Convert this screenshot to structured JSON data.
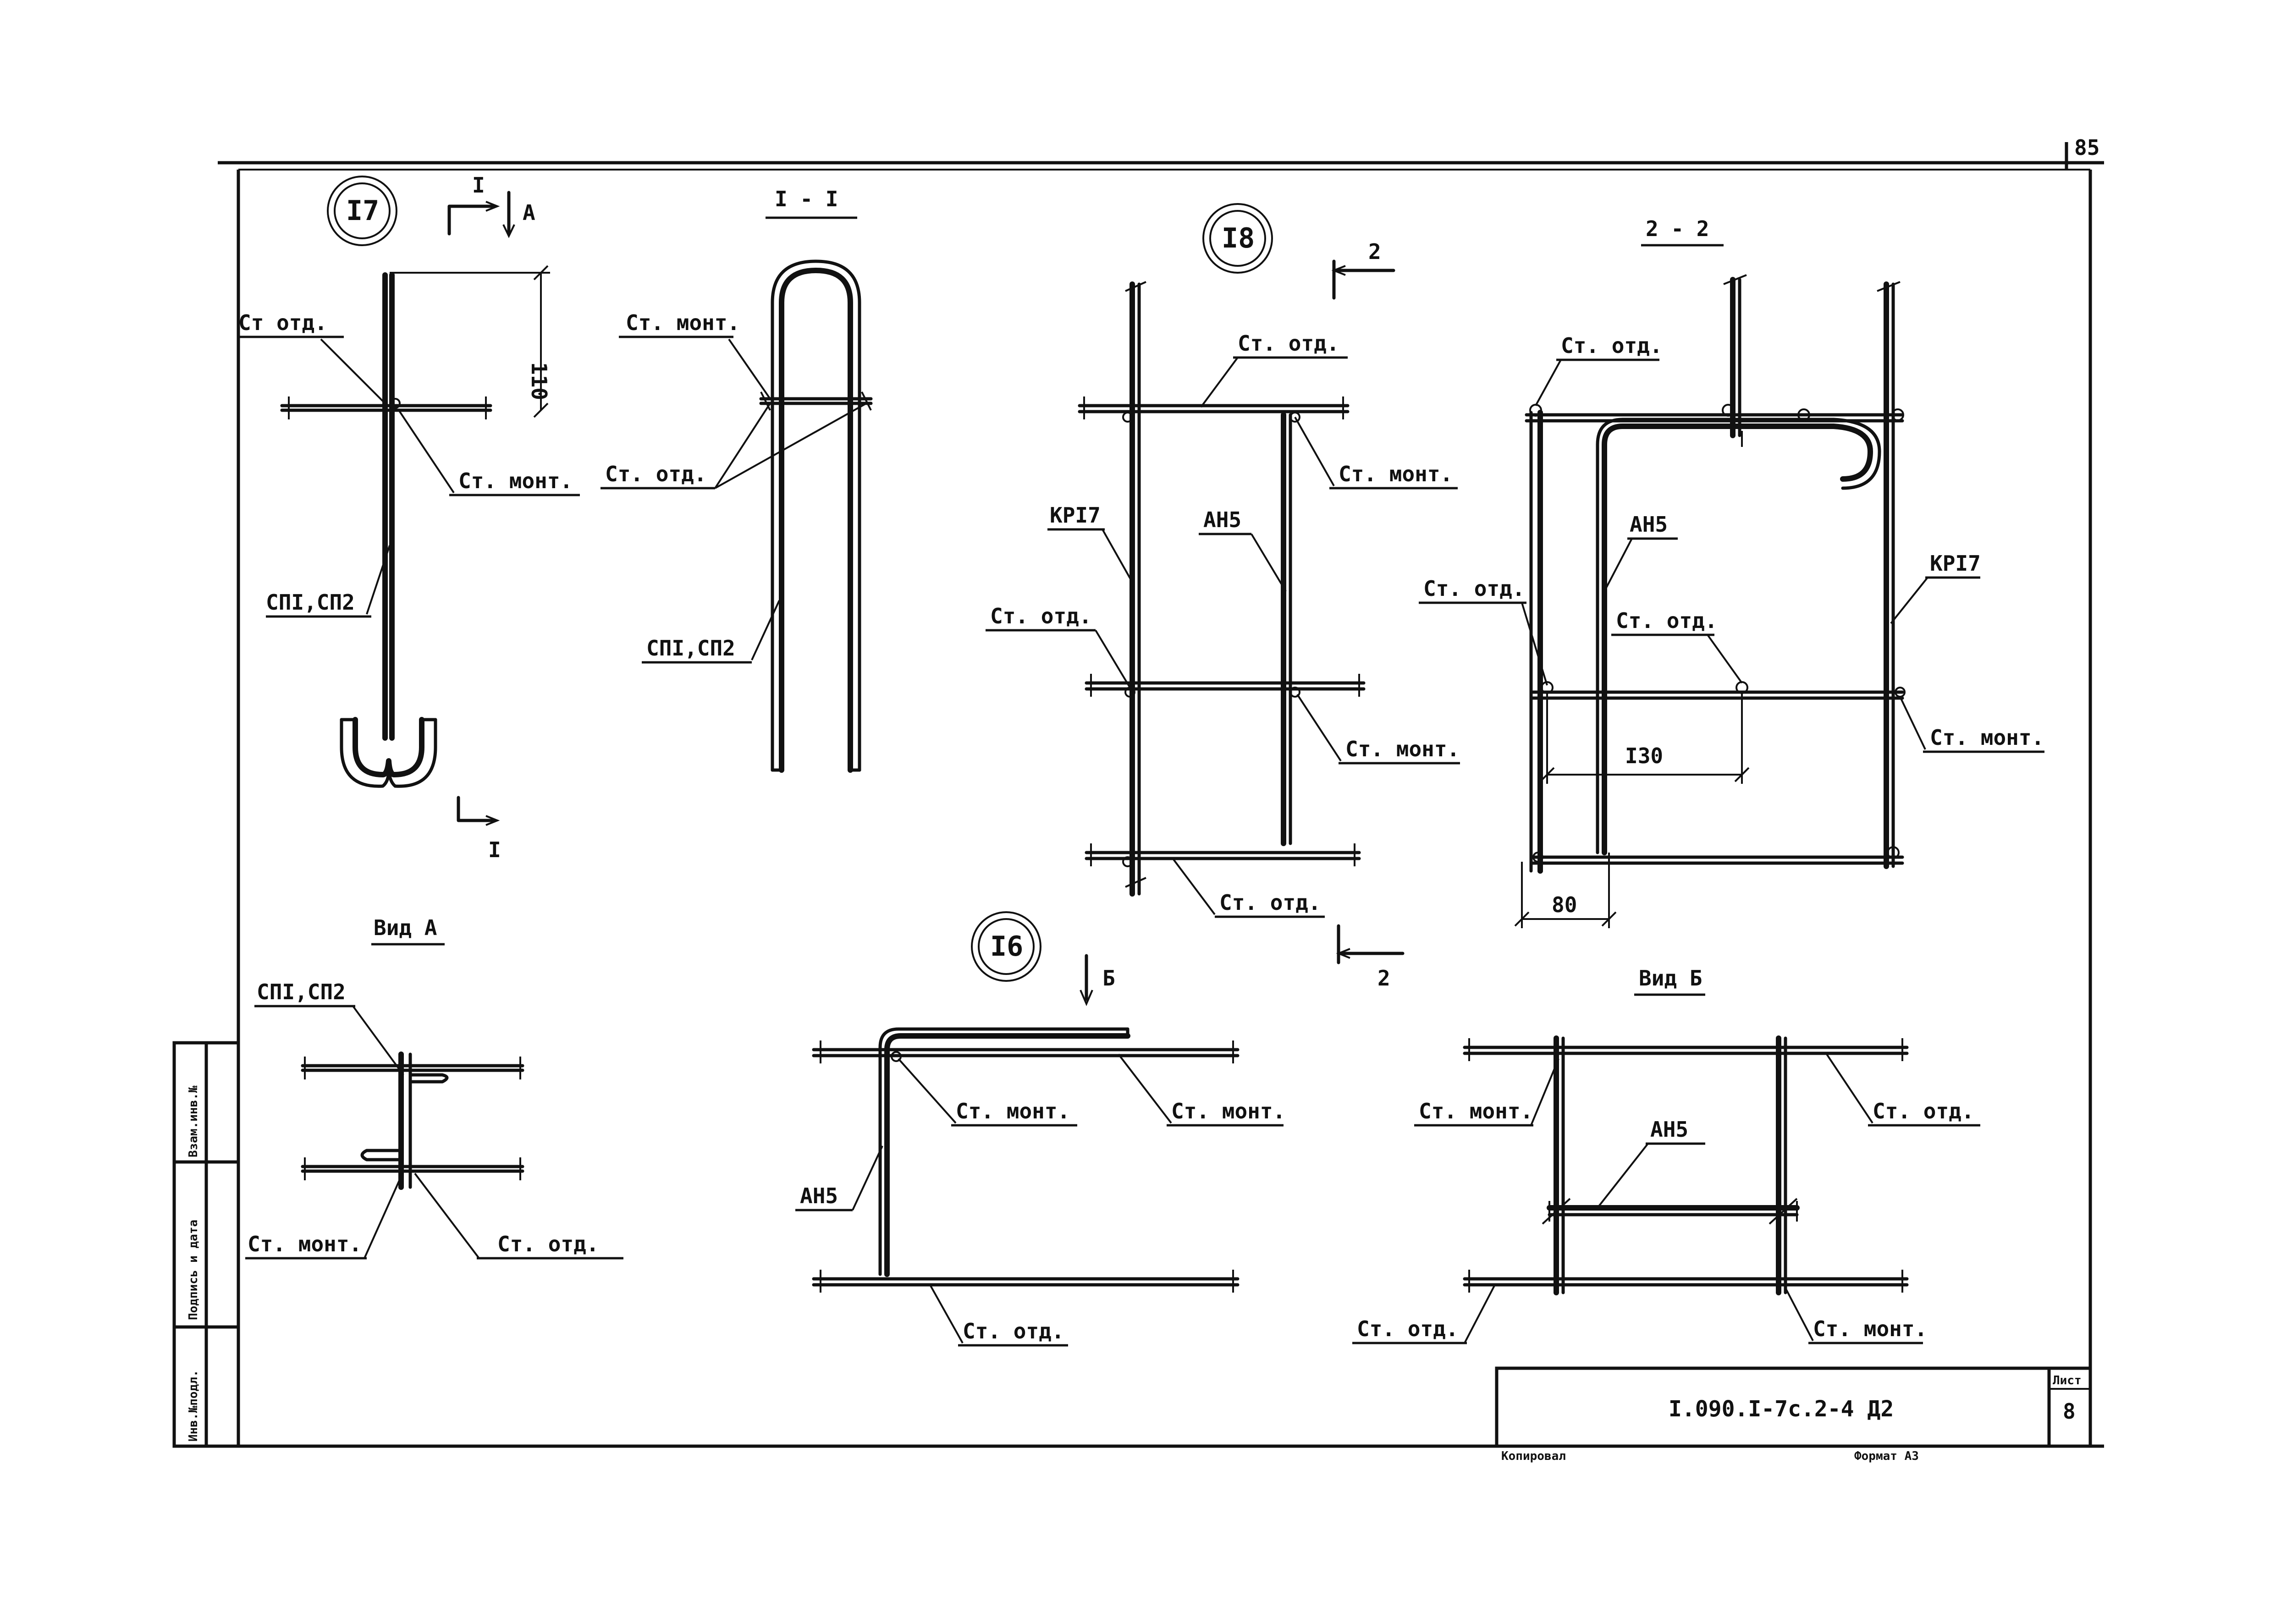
{
  "sheet_number_top": "85",
  "title_block": {
    "designation": "I.090.I-7c.2-4 Д2",
    "sheet_label": "Лист",
    "sheet_value": "8",
    "copied_label": "Копировал",
    "format_label": "Формат А3"
  },
  "side_stamp": {
    "inv_no_orig": "Инв.№подл.",
    "sign_date": "Подпись и дата",
    "replace_inv": "Взам.инв.№"
  },
  "node17": {
    "number": "I7",
    "section_mark": "I",
    "view_mark": "А",
    "dim": "110",
    "labels": {
      "st_otd": "Ст отд.",
      "st_mont": "Ст. монт.",
      "sp": "СПI,СП2"
    }
  },
  "section_1_1": {
    "title": "I - I",
    "labels": {
      "st_mont": "Ст. монт.",
      "st_otd": "Ст. отд.",
      "sp": "СПI,СП2"
    }
  },
  "view_a": {
    "title": "Вид А",
    "labels": {
      "sp": "СПI,СП2",
      "st_mont": "Ст. монт.",
      "st_otd": "Ст. отд."
    }
  },
  "node18": {
    "number": "I8",
    "section_mark": "2",
    "labels": {
      "st_otd_top": "Ст. отд.",
      "st_mont_top": "Ст. монт.",
      "kr": "КРI7",
      "an": "АН5",
      "st_otd_mid": "Ст. отд.",
      "st_mont_mid": "Ст. монт.",
      "st_otd_bot": "Ст. отд."
    }
  },
  "section_2_2": {
    "title": "2 - 2",
    "dim_130": "I30",
    "dim_80": "80",
    "labels": {
      "st_otd_top": "Ст. отд.",
      "an": "АН5",
      "kr": "КРI7",
      "st_otd_left": "Ст. отд.",
      "st_otd_mid": "Ст. отд.",
      "st_mont": "Ст. монт."
    }
  },
  "node16": {
    "number": "I6",
    "view_mark": "Б",
    "labels": {
      "st_mont_1": "Ст. монт.",
      "st_mont_2": "Ст. монт.",
      "an": "АН5",
      "st_otd": "Ст. отд."
    }
  },
  "view_b": {
    "title": "Вид Б",
    "labels": {
      "st_mont_top": "Ст. монт.",
      "st_otd_top": "Ст. отд.",
      "an": "АН5",
      "st_otd_bot": "Ст. отд.",
      "st_mont_bot": "Ст. монт."
    }
  }
}
